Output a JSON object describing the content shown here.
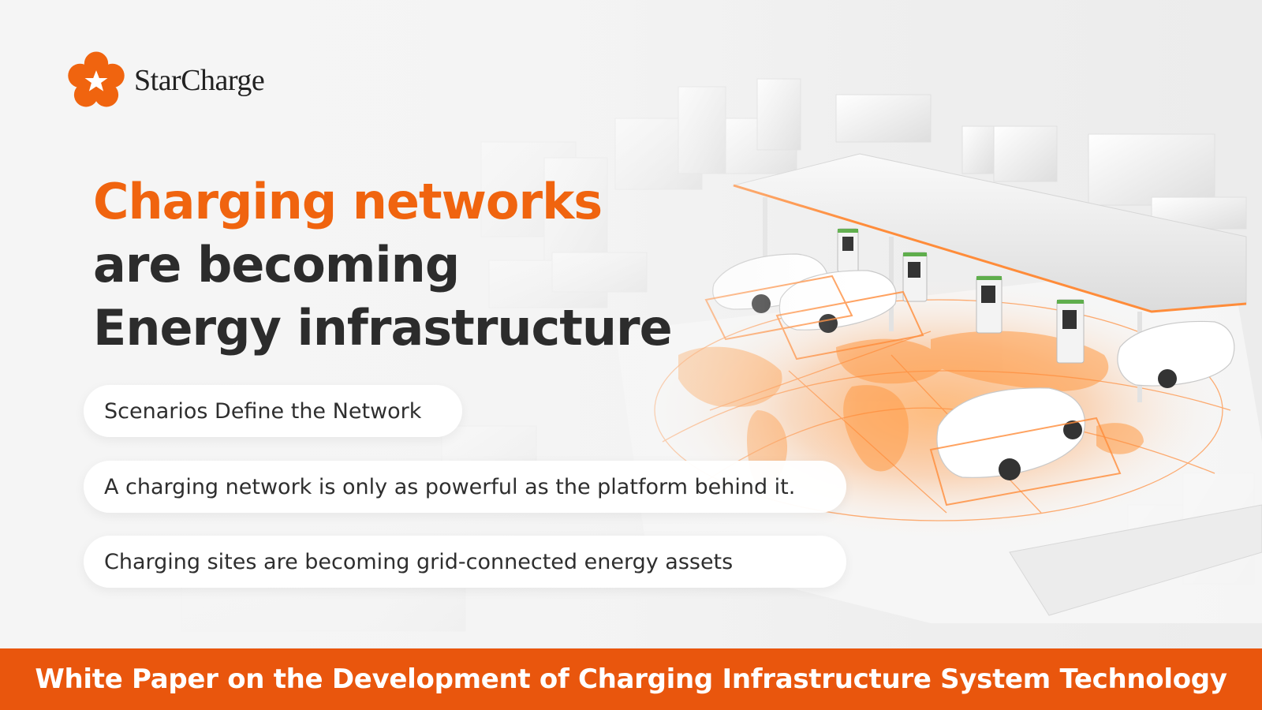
{
  "brand": {
    "name": "StarCharge",
    "logo_icon": "star-flower-logo",
    "accent_color": "#f0640f",
    "banner_color": "#e9560d"
  },
  "headline": {
    "line1": "Charging networks",
    "line2": "are becoming",
    "line3": "Energy infrastructure"
  },
  "pills": [
    {
      "text": "Scenarios Define the Network"
    },
    {
      "text": "A charging network is only as powerful as the platform behind it."
    },
    {
      "text": "Charging sites are becoming grid-connected energy assets"
    }
  ],
  "footer": {
    "title": "White Paper on the Development of Charging Infrastructure System Technology"
  },
  "illustration": {
    "subject": "charging-station-with-cars-over-glowing-world-map",
    "icon": "ev-charging-station-illustration"
  }
}
